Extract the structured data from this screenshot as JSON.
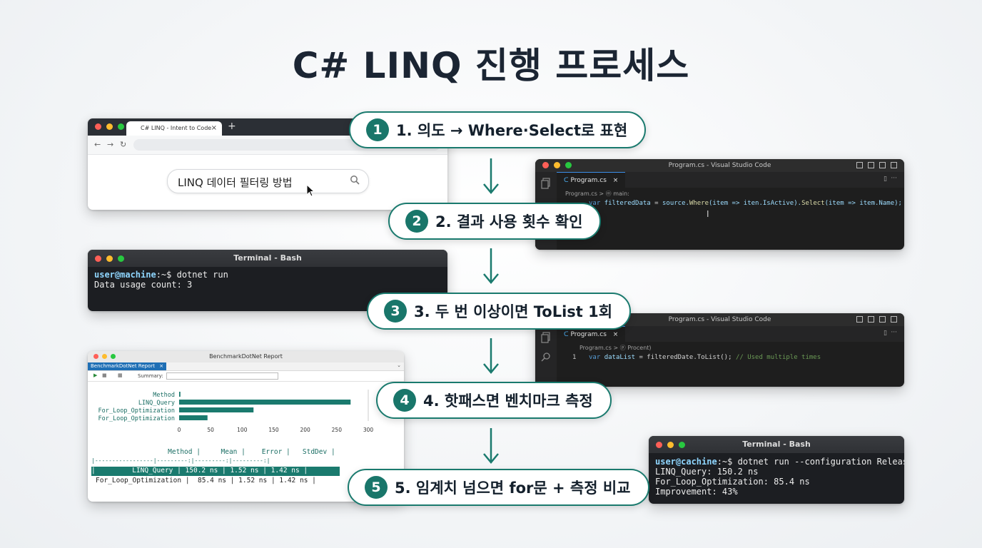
{
  "title": "C# LINQ 진행 프로세스",
  "colors": {
    "accent": "#1a7a6e",
    "background": "#f3f5f7"
  },
  "steps": [
    {
      "num": "1",
      "label": "1. 의도 → Where·Select로 표현"
    },
    {
      "num": "2",
      "label": "2. 결과 사용 횟수 확인"
    },
    {
      "num": "3",
      "label": "3. 두 번 이상이면 ToList 1회"
    },
    {
      "num": "4",
      "label": "4. 핫패스면 벤치마크 측정"
    },
    {
      "num": "5",
      "label": "5. 임계치 넘으면 for문 + 측정 비교"
    }
  ],
  "browser": {
    "tab_title": "C# LINQ - Intent to Code",
    "tab_close": "×",
    "new_tab": "+",
    "search_text": "LINQ 데이터 필터링 방법"
  },
  "vscode1": {
    "title": "Program.cs - Visual Studio Code",
    "tab": "Program.cs",
    "tab_close": "×",
    "breadcrumb": "Program.cs > ⓜ main:",
    "code": {
      "kw": "var",
      "var": "filteredData",
      "eq": " = ",
      "src": "source.",
      "fn1": "Where",
      "arg1": "(item => iten.IsActive).",
      "fn2": "Select",
      "arg2": "(item => item.Name);"
    }
  },
  "vscode2": {
    "title": "Program.cs - Visual Studio Code",
    "tab": "Program.cs",
    "tab_close": "×",
    "breadcrumb": "Program.cs > ⓟ Procent)",
    "line_number": "1",
    "code": {
      "kw": "var",
      "var": "dataList",
      "rest": " = filteredDate.ToList(); ",
      "comment": "// Used multiple times"
    }
  },
  "terminal1": {
    "title": "Terminal - Bash",
    "prompt_user": "user@machine",
    "prompt_rest": ":~$ dotnet run",
    "output": "Data usage count: 3"
  },
  "terminal2": {
    "title": "Terminal - Bash",
    "prompt_user": "user@cachine",
    "prompt_rest": ":~$ dotnet run --configuration Release",
    "lines": [
      "LINQ_Query: 150.2 ns",
      "For_Loop_Optimization: 85.4 ns",
      "Improvement: 43%"
    ]
  },
  "benchmark": {
    "title": "BenchmarkDotNet Report",
    "tab": "BenchmarkDotNet Report",
    "tab_close": "×",
    "summary_label": "Summary:",
    "header_row": "   Method |     Mean |    Error |   StdDev |",
    "sep_row": "|-----------------|---------:|---------:|---------:|",
    "row1": "|         LINQ_Query | 150.2 ns | 1.52 ns | 1.42 ns |",
    "row2": "For_Loop_Optimization |  85.4 ns | 1.52 ns | 1.42 ns |"
  },
  "chart_data": {
    "type": "bar",
    "orientation": "horizontal",
    "categories": [
      "Method",
      "LINQ_Query",
      "For_Loop_Optimization",
      "For_Loop_Optimization"
    ],
    "values": [
      2,
      272,
      118,
      45
    ],
    "xlim": [
      0,
      300
    ],
    "xticks": [
      "0",
      "50",
      "100",
      "150",
      "200",
      "250",
      "300"
    ],
    "title": "",
    "xlabel": "",
    "ylabel": ""
  }
}
